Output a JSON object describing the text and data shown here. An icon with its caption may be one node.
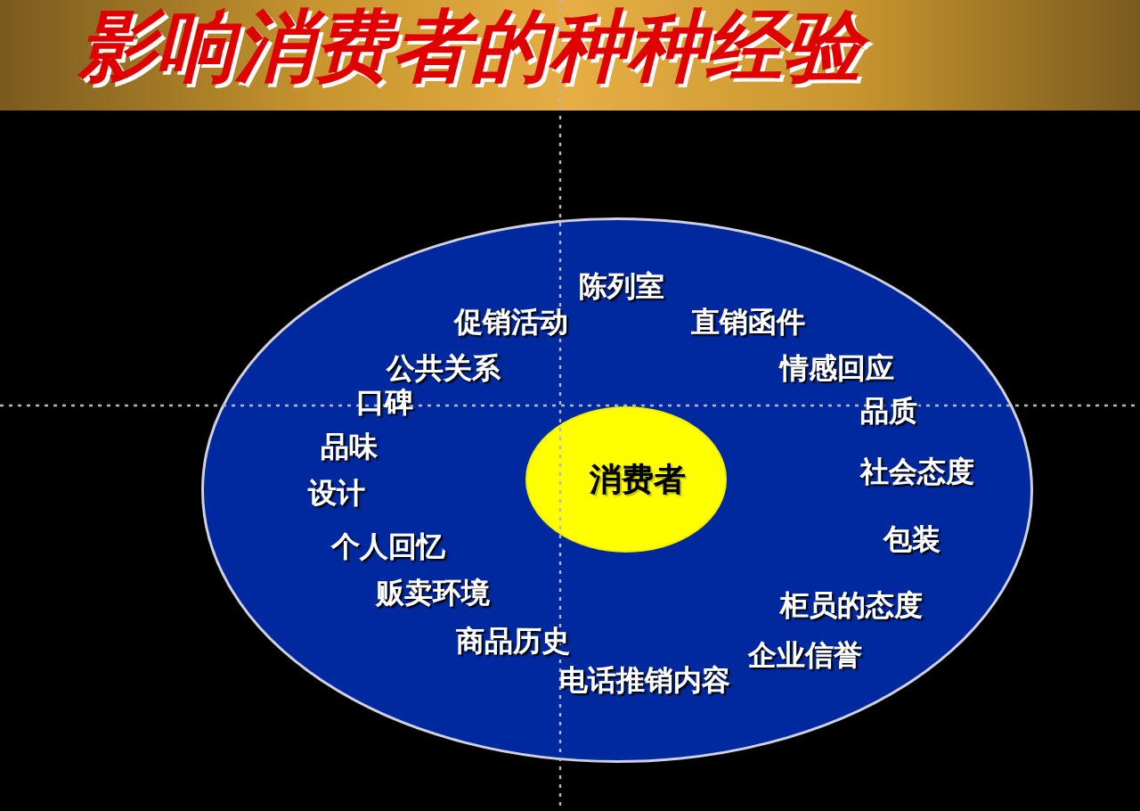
{
  "diagram": {
    "title": "影响消费者的种种经验",
    "nodes": [
      {
        "text": [
          "陈列室",
          "促销活动",
          "直销函件",
          "公共关系",
          "情感回应",
          "口碑",
          "品质",
          "品味",
          "社会态度",
          "设计",
          "包装",
          "个人回忆",
          "贩卖环境",
          "柜员的态度",
          "商品历史",
          "企业信誉",
          "电话推销内容"
        ]
      },
      {
        "text": [
          "消费者"
        ],
        "in": 0
      }
    ]
  }
}
